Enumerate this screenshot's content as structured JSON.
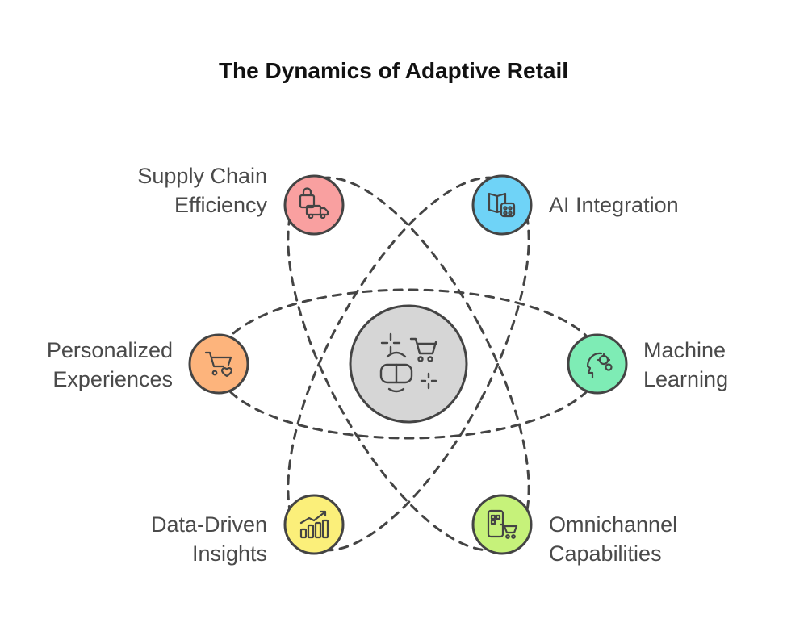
{
  "title": "The Dynamics of Adaptive Retail",
  "nodes": [
    {
      "id": "supply-chain",
      "line1": "Supply Chain",
      "line2": "Efficiency",
      "color": "#f9a0a0",
      "icon": "shopping-bag-truck-icon"
    },
    {
      "id": "ai-integration",
      "line1": "AI Integration",
      "line2": "",
      "color": "#6fd3f7",
      "icon": "book-robot-icon"
    },
    {
      "id": "personalized",
      "line1": "Personalized",
      "line2": "Experiences",
      "color": "#fdb47c",
      "icon": "cart-heart-icon"
    },
    {
      "id": "machine-learning",
      "line1": "Machine",
      "line2": "Learning",
      "color": "#7eecb5",
      "icon": "head-gears-icon"
    },
    {
      "id": "data-driven",
      "line1": "Data-Driven",
      "line2": "Insights",
      "color": "#fbef7a",
      "icon": "bar-chart-icon"
    },
    {
      "id": "omnichannel",
      "line1": "Omnichannel",
      "line2": "Capabilities",
      "color": "#c6f27a",
      "icon": "phone-cart-icon"
    }
  ],
  "center": {
    "color": "#d6d6d6",
    "icon": "vr-cart-icon"
  }
}
